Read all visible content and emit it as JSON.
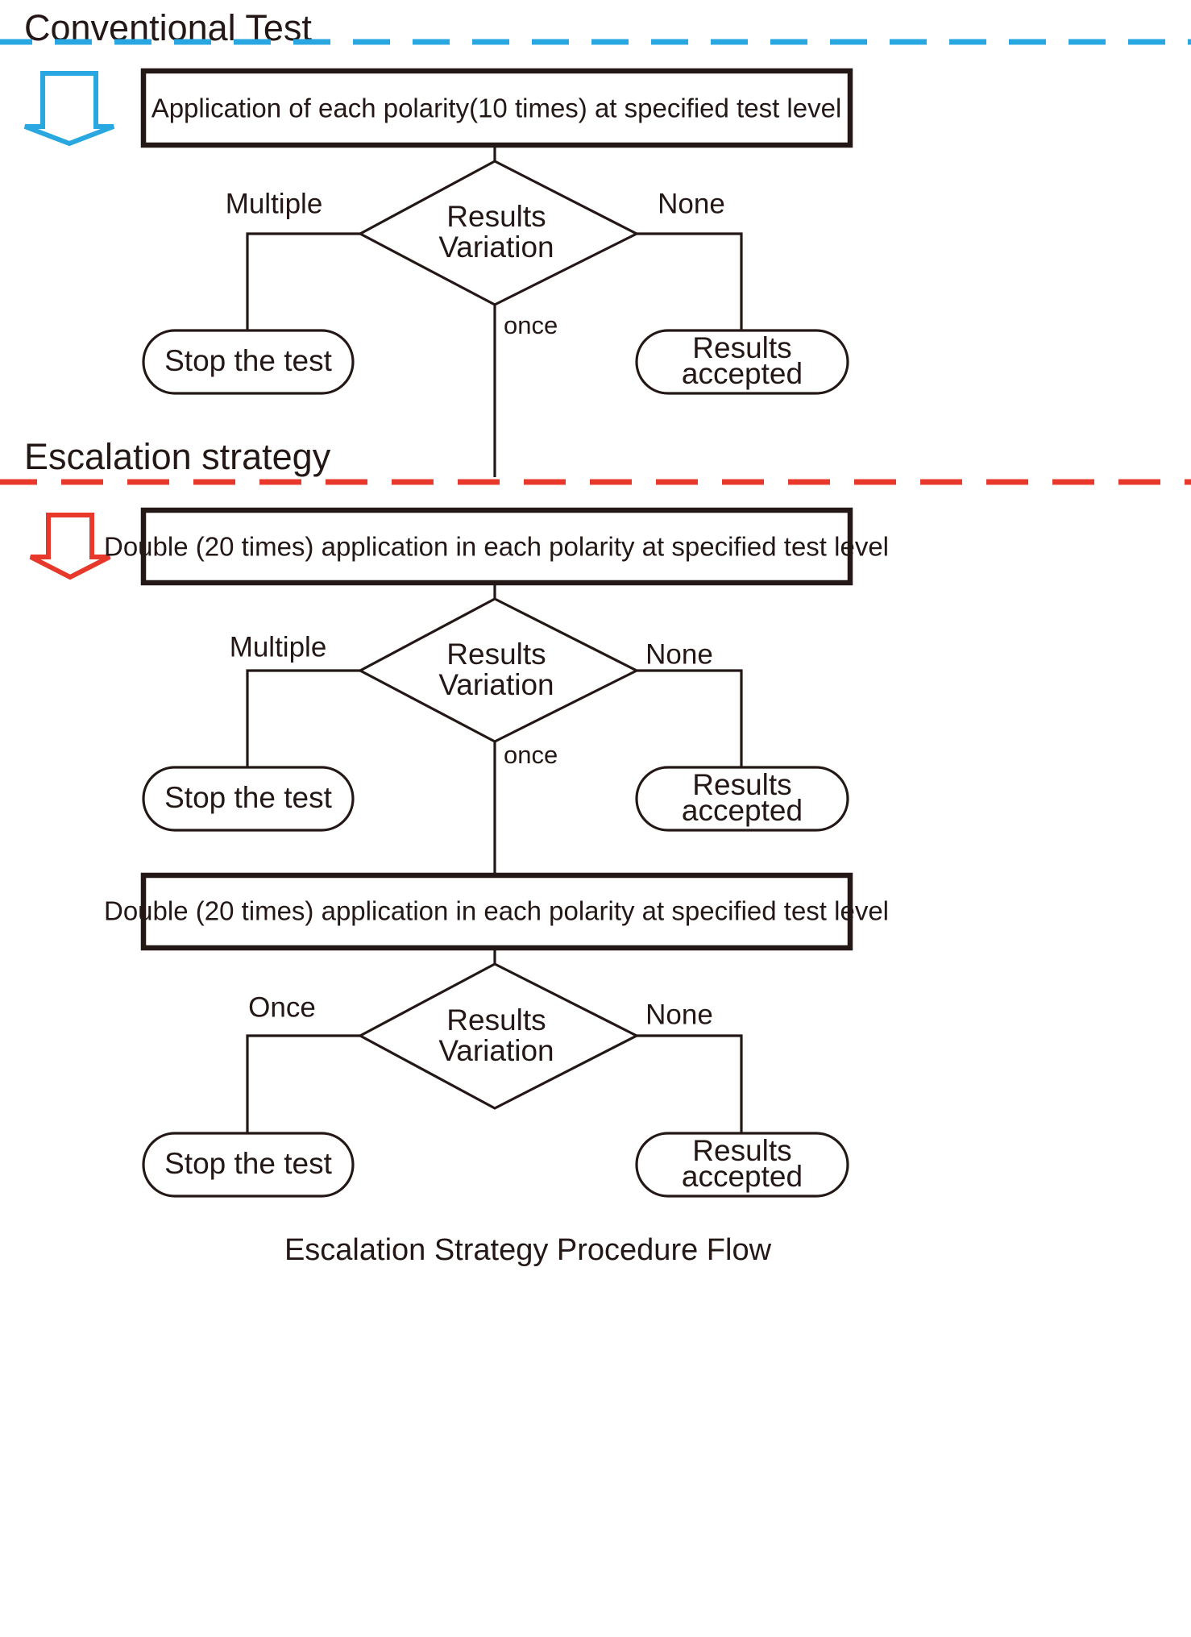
{
  "caption": "Escalation Strategy Procedure Flow",
  "colors": {
    "ink": "#231815",
    "conventional_divider": "#29A7E0",
    "escalation_divider": "#E8382B",
    "background": "#FFFFFF"
  },
  "sections": [
    {
      "id": "conventional",
      "title": "Conventional Test",
      "divider_color": "#29A7E0",
      "arrow_color": "#29A7E0",
      "arrow_name": "down-arrow-icon-blue",
      "process": "Application of each polarity(10 times) at specified test level",
      "decision": {
        "line1": "Results",
        "line2": "Variation"
      },
      "edge_left": "Multiple",
      "edge_right": "None",
      "edge_down": "once",
      "terminal_left": {
        "line1": "Stop the test",
        "line2": ""
      },
      "terminal_right": {
        "line1": "Results",
        "line2": "accepted"
      }
    },
    {
      "id": "escalation-stage-1",
      "title": "Escalation strategy",
      "divider_color": "#E8382B",
      "arrow_color": "#E8382B",
      "arrow_name": "down-arrow-icon-red",
      "process": "Double (20 times) application in each polarity at specified test level",
      "decision": {
        "line1": "Results",
        "line2": "Variation"
      },
      "edge_left": "Multiple",
      "edge_right": "None",
      "edge_down": "once",
      "terminal_left": {
        "line1": "Stop the test",
        "line2": ""
      },
      "terminal_right": {
        "line1": "Results",
        "line2": "accepted"
      }
    },
    {
      "id": "escalation-stage-2",
      "title": "",
      "divider_color": "",
      "arrow_color": "",
      "arrow_name": "",
      "process": "Double (20 times) application in each polarity at specified test level",
      "decision": {
        "line1": "Results",
        "line2": "Variation"
      },
      "edge_left": "Once",
      "edge_right": "None",
      "edge_down": "",
      "terminal_left": {
        "line1": "Stop the test",
        "line2": ""
      },
      "terminal_right": {
        "line1": "Results",
        "line2": "accepted"
      }
    }
  ]
}
